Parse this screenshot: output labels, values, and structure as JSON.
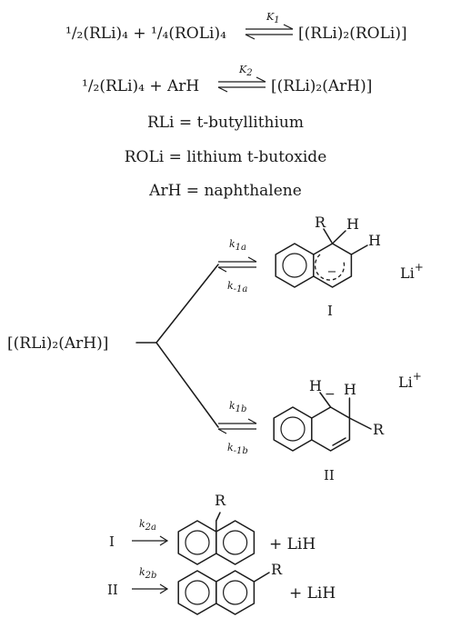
{
  "equations": {
    "eq1": {
      "left": "1/2(RLi)4 + 1/4(ROLi)4",
      "constant": "K1",
      "right": "[(RLi)2(ROLi)]"
    },
    "eq2": {
      "left": "1/2(RLi)4 + ArH",
      "constant": "K2",
      "right": "[(RLi)2(ArH)]"
    }
  },
  "definitions": [
    {
      "symbol": "RLi",
      "meaning": "t-butyllithium"
    },
    {
      "symbol": "ROLi",
      "meaning": "lithium t-butoxide"
    },
    {
      "symbol": "ArH",
      "meaning": "naphthalene"
    }
  ],
  "complex": "[(RLi)2(ArH)]",
  "branches": {
    "upper": {
      "forward": "k1a",
      "reverse": "k-1a",
      "label": "I"
    },
    "lower": {
      "forward": "k1b",
      "reverse": "k-1b",
      "label": "II"
    }
  },
  "atoms": {
    "R": "R",
    "H": "H",
    "Li": "Li",
    "plus": "+",
    "minus": "−"
  },
  "eliminations": [
    {
      "reactant": "I",
      "rate": "k2a",
      "coproduct": "+  LiH"
    },
    {
      "reactant": "II",
      "rate": "k2b",
      "coproduct": "+  LiH"
    }
  ]
}
